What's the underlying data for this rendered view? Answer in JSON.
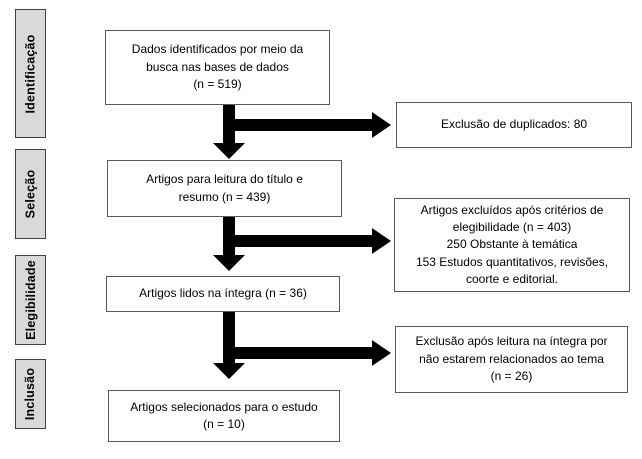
{
  "colors": {
    "background": "#ffffff",
    "stage_fill": "#d9d9d9",
    "stage_border": "#404040",
    "flow_box_border": "#595959",
    "arrow": "#000000",
    "text": "#000000"
  },
  "stages": [
    {
      "label": "Identificação"
    },
    {
      "label": "Seleção"
    },
    {
      "label": "Elegibilidade"
    },
    {
      "label": "Inclusão"
    }
  ],
  "flow": {
    "boxes": [
      {
        "text": "Dados identificados por meio da\nbusca nas bases de dados\n(n = 519)"
      },
      {
        "text": "Artigos para leitura do título e\nresumo (n = 439)"
      },
      {
        "text": "Artigos lidos na íntegra (n = 36)"
      },
      {
        "text": "Artigos selecionados para o estudo\n(n = 10)"
      }
    ],
    "exclusions": [
      {
        "text": "Exclusão de duplicados: 80"
      },
      {
        "text": "Artigos excluídos após critérios de\nelegibilidade (n = 403)\n250 Obstante à temática\n153 Estudos quantitativos, revisões,\ncoorte e editorial."
      },
      {
        "text": "Exclusão após leitura na íntegra por\nnão estarem relacionados ao tema\n(n = 26)"
      }
    ]
  }
}
